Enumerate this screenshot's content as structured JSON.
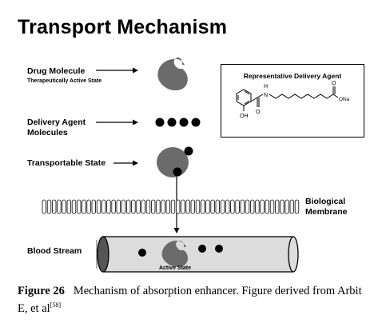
{
  "title": "Transport Mechanism",
  "labels": {
    "drug_molecule": "Drug Molecule",
    "drug_molecule_sub": "Therapeutically Active State",
    "delivery_agent_line1": "Delivery Agent",
    "delivery_agent_line2": "Molecules",
    "transportable_state": "Transportable State",
    "membrane_line1": "Biological",
    "membrane_line2": "Membrane",
    "blood_stream": "Blood Stream",
    "active_state": "Active State"
  },
  "agent_box": {
    "title": "Representative Delivery Agent",
    "atoms": {
      "oh": "OH",
      "o_amide": "O",
      "h": "H",
      "n": "N",
      "o_acid": "O",
      "ona": "ONa"
    }
  },
  "caption": {
    "figure_label": "Figure 26",
    "text": "Mechanism of absorption enhancer. Figure derived from Arbit E, et al",
    "ref": "[58]"
  },
  "colors": {
    "drug": "#6b6b6b",
    "tube_fill": "#dcdcdc",
    "agent_dot": "#000000"
  }
}
